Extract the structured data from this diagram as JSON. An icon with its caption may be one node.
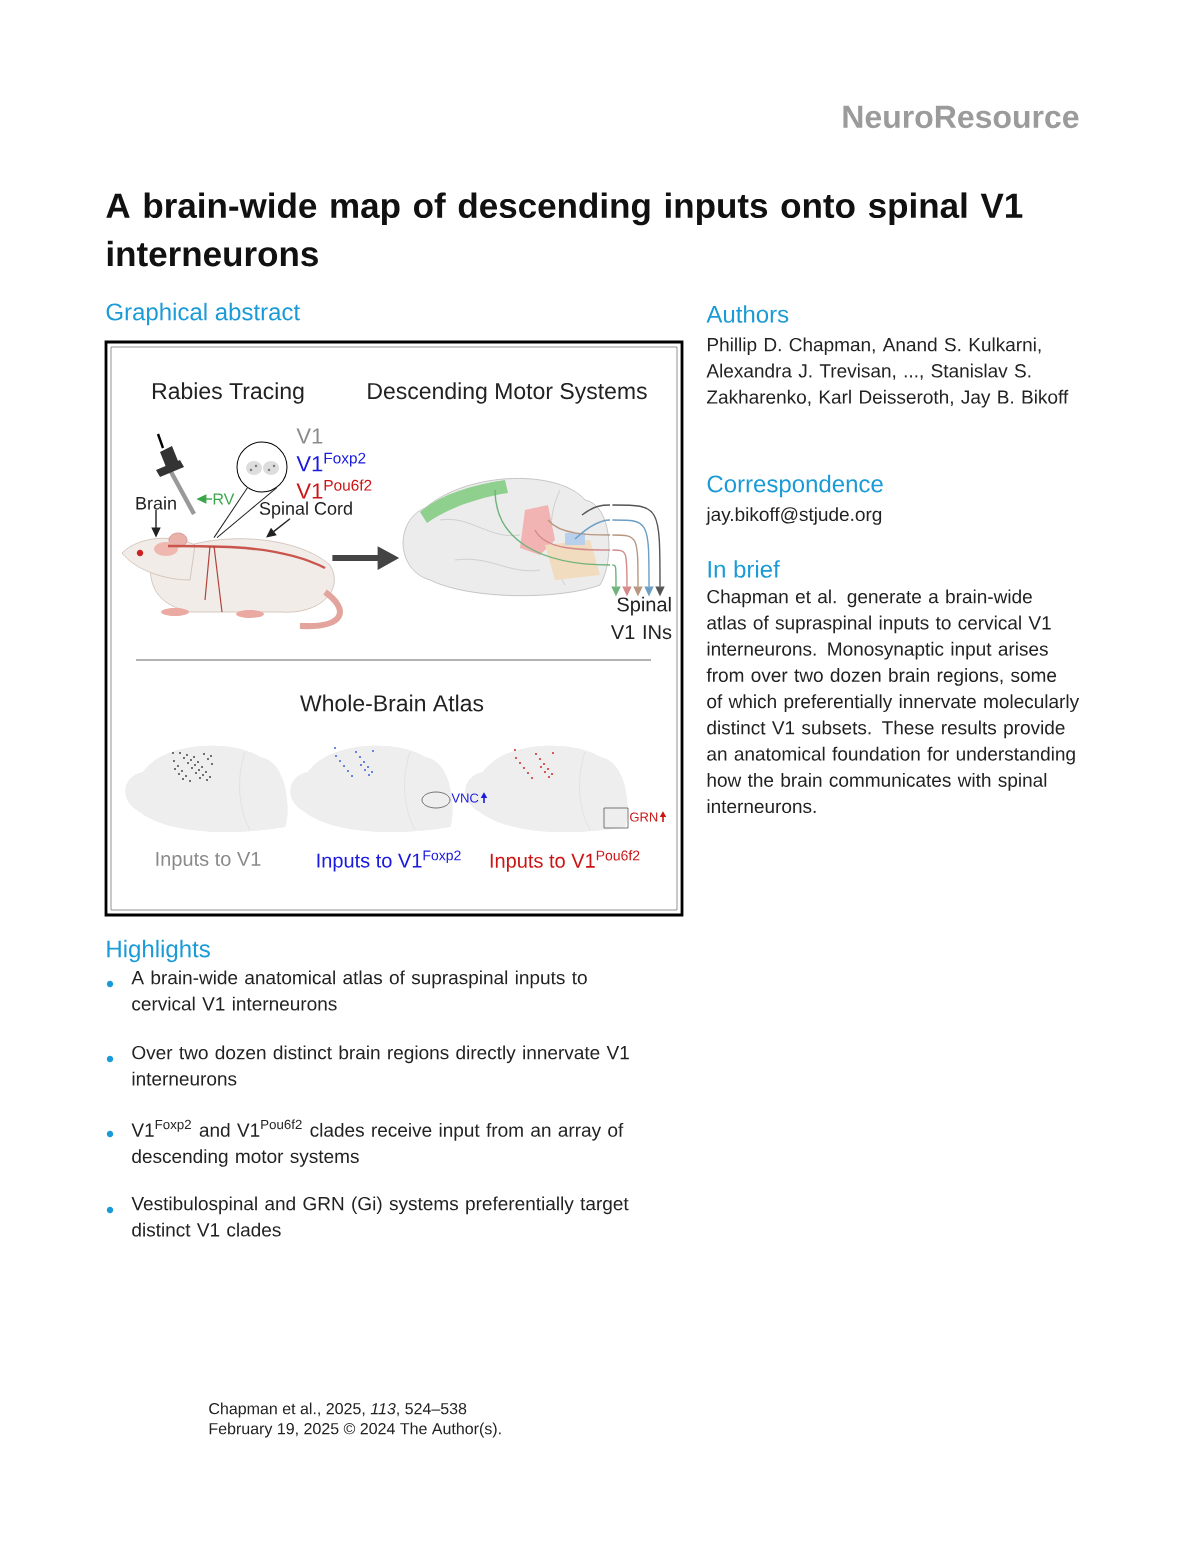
{
  "diagram": {
    "title": "A brain-wide map of descending inputs onto spinal V1 interneurons",
    "nodes": [
      {
        "text": [],
        "shape": "picture"
      },
      {
        "text": [],
        "shape": "picture"
      },
      {
        "text": [
          "RV"
        ]
      },
      {
        "text": [
          "Brain"
        ]
      },
      {
        "text": [
          "Spinal Cord"
        ]
      },
      {
        "text": [],
        "shape": "picture"
      },
      {
        "text": [],
        "shape": "picture"
      },
      {
        "text": [
          "Spinal V1 INs"
        ]
      }
    ],
    "edges": [
      {
        "from": 2,
        "to": 0,
        "arrow": "to",
        "color": "#3aa64a"
      },
      {
        "from": 3,
        "to": 5,
        "arrow": "to"
      },
      {
        "from": 4,
        "to": 5,
        "arrow": "to"
      },
      {
        "from": 1,
        "to": 5,
        "arrow": "none"
      },
      {
        "from": 1,
        "to": 5,
        "arrow": "none"
      },
      {
        "from": 5,
        "to": 6,
        "arrow": "to",
        "style": "thick",
        "color": "#444444"
      },
      {
        "from": 6,
        "to": 7,
        "arrow": "to",
        "color": "#6fb37a"
      },
      {
        "from": 6,
        "to": 7,
        "arrow": "to",
        "color": "#d48a8a"
      },
      {
        "from": 6,
        "to": 7,
        "arrow": "to",
        "color": "#b8977f"
      },
      {
        "from": 6,
        "to": 7,
        "arrow": "to",
        "color": "#6d9fc4"
      },
      {
        "from": 6,
        "to": 7,
        "arrow": "to",
        "color": "#555555"
      }
    ],
    "labels": [
      "NeuroResource",
      "Graphical abstract",
      "Rabies Tracing",
      "Descending Motor Systems",
      "V1",
      "V1$^{Foxp2}$",
      "V1$^{Pou6f2}$",
      "Whole-Brain Atlas",
      "VNC",
      "GRN",
      "Inputs to V1",
      "Inputs to V1$^{Foxp2}$",
      "Inputs to V1$^{Pou6f2}$",
      "Highlights",
      "A brain-wide anatomical atlas of supraspinal inputs to cervical V1 interneurons",
      "Over two dozen distinct brain regions directly innervate V1 interneurons",
      "V1$^{Foxp2}$ and V1$^{Pou6f2}$ clades receive input from an array of descending motor systems",
      "Vestibulospinal and GRN (Gi) systems preferentially target distinct V1 clades",
      "Authors",
      "Phillip D. Chapman, Anand S. Kulkarni, Alexandra J. Trevisan, ..., Stanislav S. Zakharenko, Karl Deisseroth, Jay B. Bikoff",
      "Correspondence",
      "jay.bikoff@stjude.org",
      "In brief",
      "Chapman et al. generate a brain-wide atlas of supraspinal inputs to cervical V1 interneurons. Monosynaptic input arises from over two dozen brain regions, some of which preferentially innervate molecularly distinct V1 subsets. These results provide an anatomical foundation for understanding how the brain communicates with spinal interneurons.",
      "Chapman et al., 2025, *113*, 524–538",
      "February 19, 2025 © 2024 The Author(s)."
    ]
  }
}
